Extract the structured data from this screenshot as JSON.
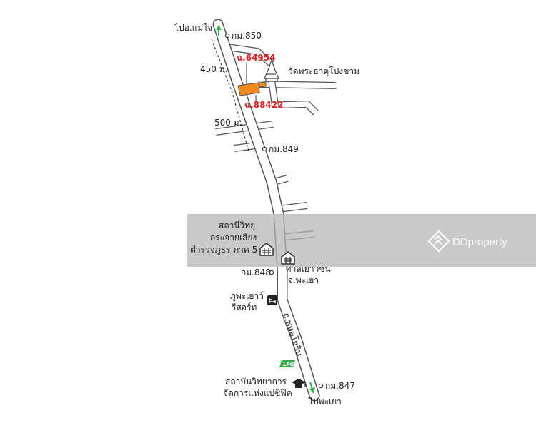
{
  "map": {
    "labels": {
      "to_mae_jai": "ไปอ.แม่ใจ",
      "km850": "กม.850",
      "dist450": "450 ม.",
      "plot1": "ฉ.64954",
      "temple": "วัดพระธาตุโป่งขาม",
      "plot2": "ฉ.88422",
      "dist500": "500 ม.",
      "km849": "กม.849",
      "radio_l1": "สถานีวิทยุ",
      "radio_l2": "กระจายเสียง",
      "radio_l3": "ตำรวจภูธร ภาค 5",
      "court_l1": "ศาลเยาวชน",
      "court_l2": "จ.พะเยา",
      "km848": "กม.848",
      "resort_l1": "ภูพะเยาว์",
      "resort_l2": "รีสอร์ท",
      "road": "ถ.พหลโยธิน",
      "lpg": "LPG",
      "inst_l1": "สถาบันวิทยาการ",
      "inst_l2": "จัดการแห่งแปซิฟิค",
      "km847": "กม.847",
      "to_phayao": "ไปพะเยา"
    },
    "colors": {
      "road_fill": "#ffffff",
      "road_edge": "#555555",
      "plot": "#f28b1e",
      "plot_text": "#e0201b",
      "arrow": "#2db34a",
      "watermark_band": "#b4b4b4"
    },
    "icons": [
      "radio-station-icon",
      "court-building-icon",
      "resort-bed-icon",
      "graduation-cap-icon",
      "lpg-station-icon",
      "temple-icon"
    ]
  },
  "watermark": {
    "brand": "DDproperty"
  }
}
